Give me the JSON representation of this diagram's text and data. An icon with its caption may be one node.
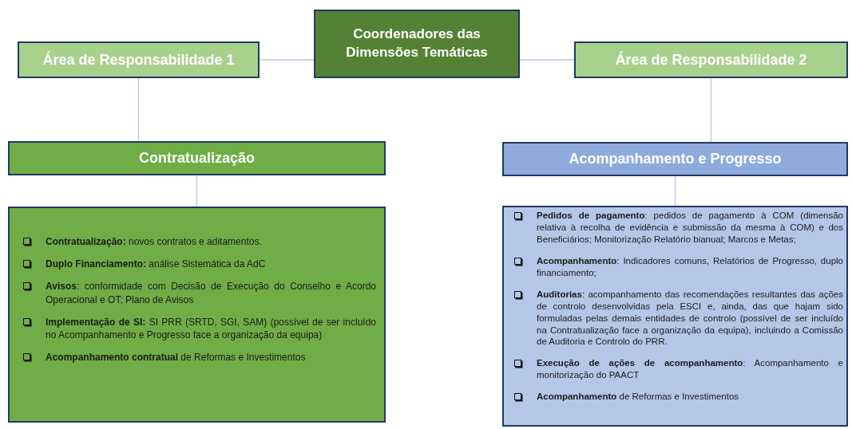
{
  "diagram": {
    "nodes": [
      {
        "text": [
          "Coordenadores das Dimensões Temáticas"
        ]
      },
      {
        "text": [
          "Área de Responsabilidade 1"
        ]
      },
      {
        "text": [
          "Área de Responsabilidade 2"
        ]
      },
      {
        "text": [
          "Contratualização"
        ]
      },
      {
        "text": [
          "Acompanhamento e Progresso"
        ]
      },
      {
        "text": [
          "**Contratualização:** novos contratos e aditamentos.",
          "**Duplo Financiamento:** análise Sistemática da AdC",
          "**Avisos**: conformidade com Decisão de Execução do Conselho e Acordo Operacional e OT; Plano de Avisos",
          "**Implementação de SI:** SI PRR (SRTD, SGI, SAM) (possível de ser incluído no Acompanhamento e Progresso face a organização da equipa)",
          "**Acompanhamento contratual** de Reformas e Investimentos"
        ]
      },
      {
        "text": [
          "**Pedidos de pagamento**: pedidos de pagamento à COM (dimensão relativa à recolha de evidência e submissão da mesma à COM)  e dos Beneficiários; Monitorização Relatório bianual; Marcos e Metas;",
          "**Acompanhamento**: Indicadores comuns, Relatórios de Progresso, duplo financiamento;",
          "**Auditorias**: acompanhamento das recomendações resultantes das ações de controlo desenvolvidas pela ESCI e, ainda, das que hajam sido formuladas pelas demais entidades de controlo (possível de ser incluído na Contratualização face a organização da equipa), incluindo a Comissão de Auditoria e Controlo do PRR.",
          "**Execução de ações de acompanhamento**: Acompanhamento e monitorização do PAACT",
          "**Acompanhamento** de Reformas e Investimentos"
        ]
      }
    ],
    "edges": [
      {
        "from": 0,
        "to": 1,
        "arrow": "none"
      },
      {
        "from": 0,
        "to": 2,
        "arrow": "none"
      },
      {
        "from": 1,
        "to": 3,
        "arrow": "none"
      },
      {
        "from": 2,
        "to": 4,
        "arrow": "none"
      },
      {
        "from": 3,
        "to": 5,
        "arrow": "none"
      },
      {
        "from": 4,
        "to": 6,
        "arrow": "none"
      }
    ]
  }
}
